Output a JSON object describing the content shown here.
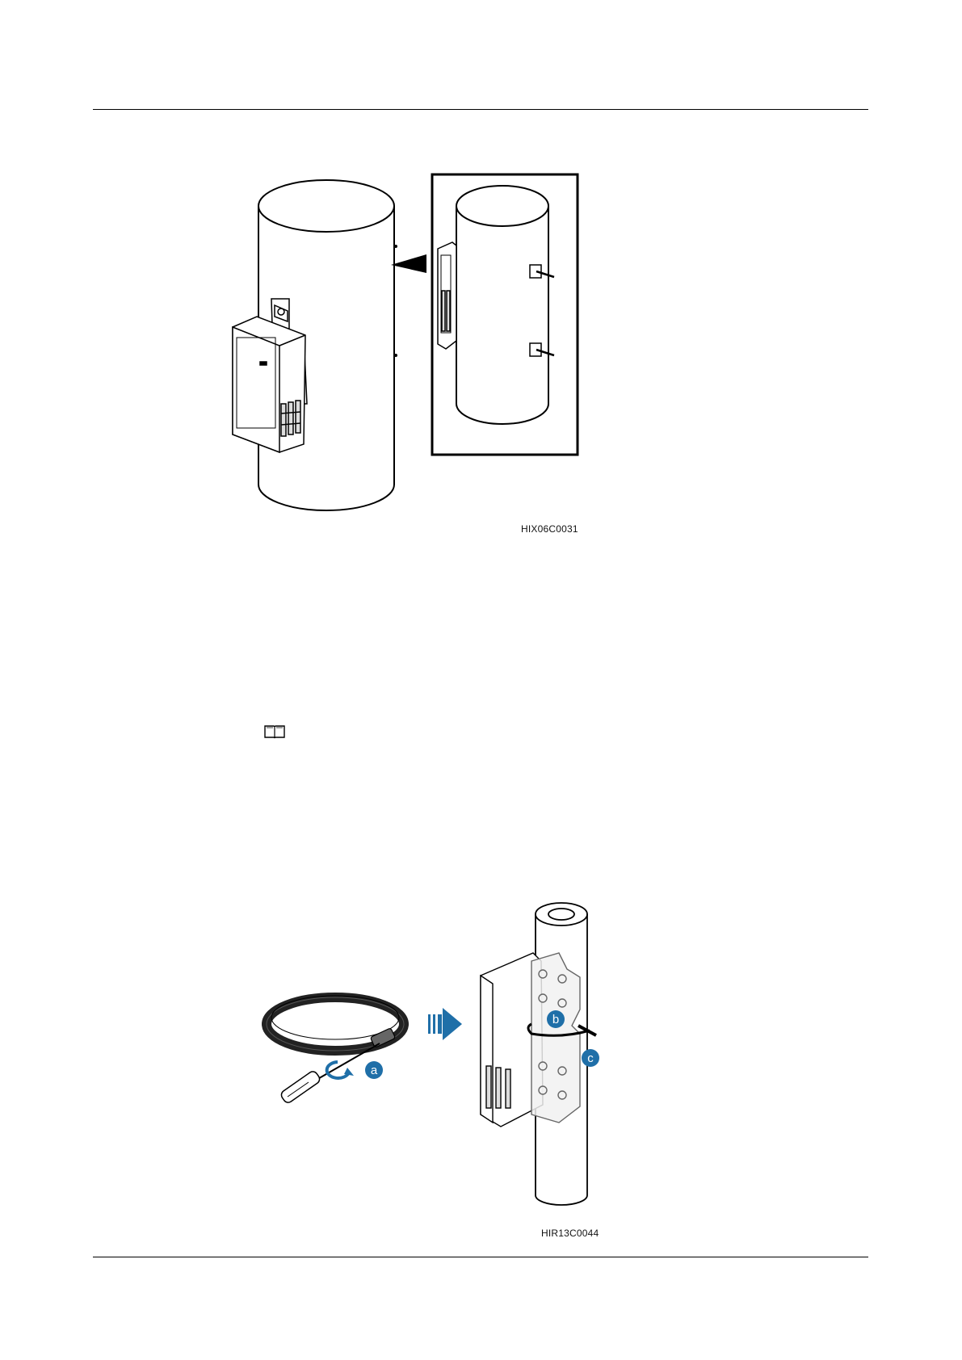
{
  "figure1": {
    "code": "HIX06C0031"
  },
  "figure2": {
    "code": "HIR13C0044",
    "callouts": [
      "a",
      "b",
      "c"
    ]
  },
  "icons": {
    "note": "book-note-icon"
  },
  "colors": {
    "callout": "#1f6fa8",
    "arrow": "#1f6fa8"
  }
}
